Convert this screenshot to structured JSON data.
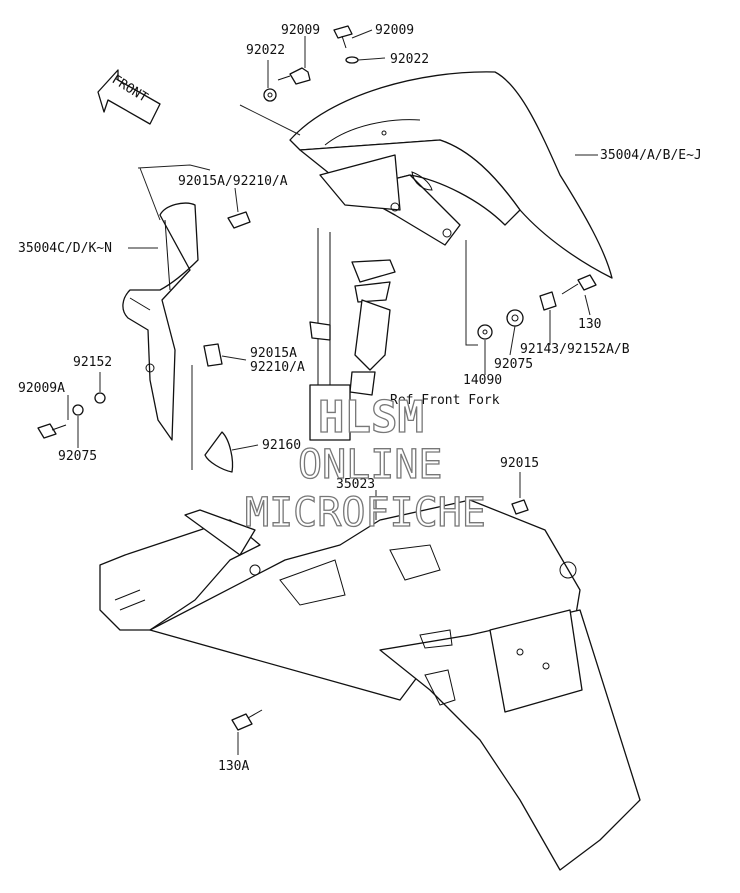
{
  "front_arrow": "FRONT",
  "labels": {
    "p92009_a": "92009",
    "p92009_b": "92009",
    "p92022_a": "92022",
    "p92022_b": "92022",
    "p35004": "35004/A/B/E~J",
    "p92015A_top": "92015A/92210/A",
    "p35004C": "35004C/D/K~N",
    "p130": "130",
    "p92143": "92143/92152A/B",
    "p92075_r": "92075",
    "p14090": "14090",
    "p92015A_mid_1": "92015A",
    "p92015A_mid_2": "92210/A",
    "p92152": "92152",
    "p92009A": "92009A",
    "p92075_l": "92075",
    "ref_front_fork": "Ref.Front Fork",
    "p92160": "92160",
    "p92015": "92015",
    "p35023": "35023",
    "p130A": "130A"
  },
  "watermark": {
    "line1": "HLSM",
    "line2": "ONLINE",
    "line3": "MICROFICHE"
  }
}
